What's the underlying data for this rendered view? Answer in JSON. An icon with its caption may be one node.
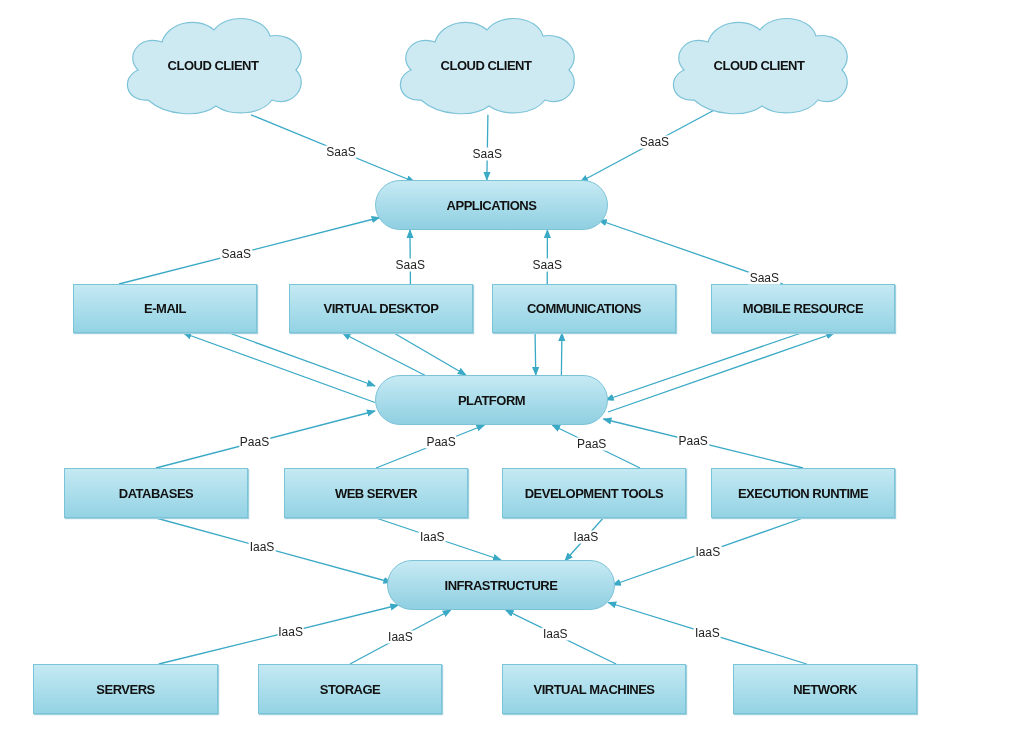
{
  "diagram": {
    "nodes": [
      {
        "text": [
          "CLOUD CLIENT"
        ]
      },
      {
        "text": [
          "CLOUD CLIENT"
        ]
      },
      {
        "text": [
          "CLOUD CLIENT"
        ]
      },
      {
        "text": [
          "APPLICATIONS"
        ]
      },
      {
        "text": [
          "E-MAIL"
        ]
      },
      {
        "text": [
          "VIRTUAL DESKTOP"
        ]
      },
      {
        "text": [
          "COMMUNICATIONS"
        ]
      },
      {
        "text": [
          "MOBILE RESOURCE"
        ]
      },
      {
        "text": [
          "PLATFORM"
        ]
      },
      {
        "text": [
          "DATABASES"
        ]
      },
      {
        "text": [
          "WEB SERVER"
        ]
      },
      {
        "text": [
          "DEVELOPMENT TOOLS"
        ]
      },
      {
        "text": [
          "EXECUTION RUNTIME"
        ]
      },
      {
        "text": [
          "INFRASTRUCTURE"
        ]
      },
      {
        "text": [
          "SERVERS"
        ]
      },
      {
        "text": [
          "STORAGE"
        ]
      },
      {
        "text": [
          "VIRTUAL MACHINES"
        ]
      },
      {
        "text": [
          "NETWORK"
        ]
      }
    ],
    "edges": [
      {
        "from": 0,
        "to": 3,
        "arrow": "to",
        "label": "SaaS"
      },
      {
        "from": 1,
        "to": 3,
        "arrow": "to",
        "label": "SaaS"
      },
      {
        "from": 2,
        "to": 3,
        "arrow": "to",
        "label": "SaaS"
      },
      {
        "from": 4,
        "to": 3,
        "arrow": "to",
        "label": "SaaS"
      },
      {
        "from": 5,
        "to": 3,
        "arrow": "to",
        "label": "SaaS"
      },
      {
        "from": 6,
        "to": 3,
        "arrow": "to",
        "label": "SaaS"
      },
      {
        "from": 7,
        "to": 3,
        "arrow": "to",
        "label": "SaaS"
      },
      {
        "from": 4,
        "to": 8,
        "arrow": "to"
      },
      {
        "from": 8,
        "to": 4,
        "arrow": "to"
      },
      {
        "from": 5,
        "to": 8,
        "arrow": "to"
      },
      {
        "from": 8,
        "to": 5,
        "arrow": "to"
      },
      {
        "from": 6,
        "to": 8,
        "arrow": "to"
      },
      {
        "from": 8,
        "to": 6,
        "arrow": "to"
      },
      {
        "from": 7,
        "to": 8,
        "arrow": "to"
      },
      {
        "from": 8,
        "to": 7,
        "arrow": "to"
      },
      {
        "from": 9,
        "to": 8,
        "arrow": "to",
        "label": "PaaS"
      },
      {
        "from": 10,
        "to": 8,
        "arrow": "to",
        "label": "PaaS"
      },
      {
        "from": 11,
        "to": 8,
        "arrow": "to",
        "label": "PaaS"
      },
      {
        "from": 12,
        "to": 8,
        "arrow": "to",
        "label": "PaaS"
      },
      {
        "from": 9,
        "to": 13,
        "arrow": "to",
        "label": "IaaS"
      },
      {
        "from": 10,
        "to": 13,
        "arrow": "to",
        "label": "IaaS"
      },
      {
        "from": 11,
        "to": 13,
        "arrow": "to",
        "label": "IaaS"
      },
      {
        "from": 12,
        "to": 13,
        "arrow": "to",
        "label": "IaaS"
      },
      {
        "from": 14,
        "to": 13,
        "arrow": "to",
        "label": "IaaS"
      },
      {
        "from": 15,
        "to": 13,
        "arrow": "to",
        "label": "IaaS"
      },
      {
        "from": 16,
        "to": 13,
        "arrow": "to",
        "label": "IaaS"
      },
      {
        "from": 17,
        "to": 13,
        "arrow": "to",
        "label": "IaaS"
      }
    ]
  }
}
